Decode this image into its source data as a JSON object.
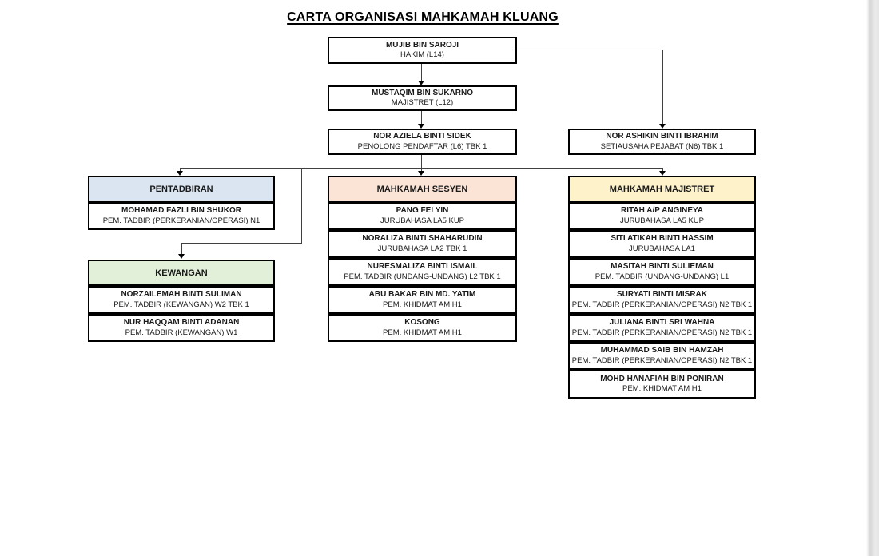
{
  "chart": {
    "title": "CARTA ORGANISASI MAHKAMAH KLUANG",
    "type": "org-chart",
    "root": {
      "name": "MUJIB BIN SAROJI",
      "role": "HAKIM (L14)"
    },
    "level2": {
      "name": "MUSTAQIM BIN SUKARNO",
      "role": "MAJISTRET (L12)"
    },
    "level3": {
      "name": "NOR AZIELA BINTI SIDEK",
      "role": "PENOLONG PENDAFTAR (L6) TBK 1"
    },
    "secretary": {
      "name": "NOR ASHIKIN BINTI IBRAHIM",
      "role": "SETIAUSAHA PEJABAT (N6) TBK 1"
    },
    "sections": {
      "pentadbiran": {
        "title": "PENTADBIRAN",
        "header_color": "#dbe5f1",
        "staff": [
          {
            "name": "MOHAMAD FAZLI BIN SHUKOR",
            "role": "PEM. TADBIR (PERKERANIAN/OPERASI) N1"
          }
        ]
      },
      "kewangan": {
        "title": "KEWANGAN",
        "header_color": "#e2efd9",
        "staff": [
          {
            "name": "NORZAILEMAH BINTI SULIMAN",
            "role": "PEM. TADBIR (KEWANGAN) W2 TBK 1"
          },
          {
            "name": "NUR HAQQAM BINTI ADANAN",
            "role": "PEM. TADBIR (KEWANGAN) W1"
          }
        ]
      },
      "sesyen": {
        "title": "MAHKAMAH SESYEN",
        "header_color": "#fbe4d5",
        "staff": [
          {
            "name": "PANG FEI YIN",
            "role": "JURUBAHASA LA5 KUP"
          },
          {
            "name": "NORALIZA BINTI SHAHARUDIN",
            "role": "JURUBAHASA LA2 TBK 1"
          },
          {
            "name": "NURESMALIZA BINTI ISMAIL",
            "role": "PEM. TADBIR (UNDANG-UNDANG) L2 TBK 1"
          },
          {
            "name": "ABU BAKAR BIN MD. YATIM",
            "role": "PEM. KHIDMAT AM H1"
          },
          {
            "name": "KOSONG",
            "role": "PEM. KHIDMAT AM H1"
          }
        ]
      },
      "majistret": {
        "title": "MAHKAMAH MAJISTRET",
        "header_color": "#fef2cb",
        "staff": [
          {
            "name": "RITAH A/P ANGINEYA",
            "role": "JURUBAHASA LA5 KUP"
          },
          {
            "name": "SITI ATIKAH BINTI HASSIM",
            "role": "JURUBAHASA LA1"
          },
          {
            "name": "MASITAH BINTI SULIEMAN",
            "role": "PEM. TADBIR (UNDANG-UNDANG) L1"
          },
          {
            "name": "SURYATI BINTI MISRAK",
            "role": "PEM. TADBIR (PERKERANIAN/OPERASI) N2 TBK 1"
          },
          {
            "name": "JULIANA BINTI SRI WAHNA",
            "role": "PEM. TADBIR (PERKERANIAN/OPERASI) N2 TBK 1"
          },
          {
            "name": "MUHAMMAD SAIB BIN HAMZAH",
            "role": "PEM. TADBIR (PERKERANIAN/OPERASI) N2 TBK 1"
          },
          {
            "name": "MOHD HANAFIAH BIN PONIRAN",
            "role": "PEM. KHIDMAT AM H1"
          }
        ]
      }
    }
  }
}
